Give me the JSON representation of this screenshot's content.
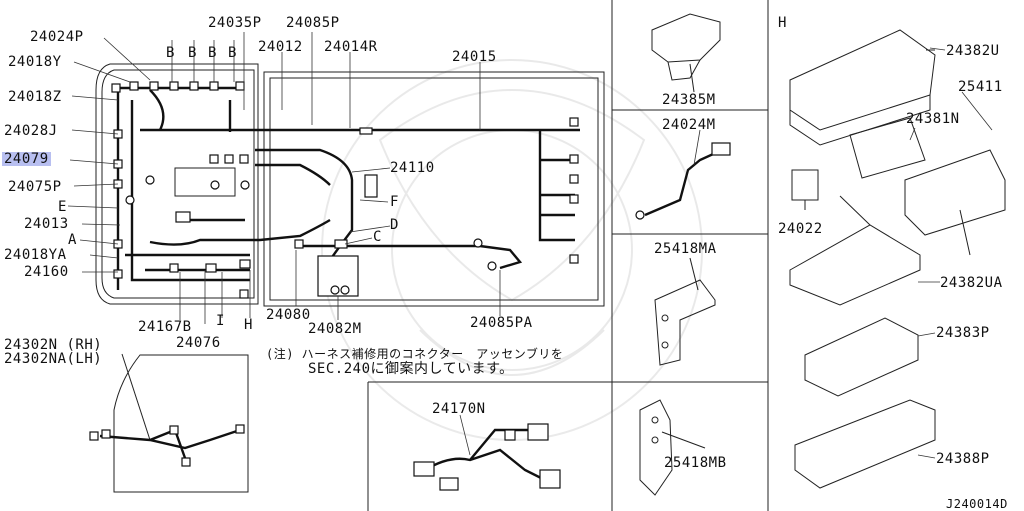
{
  "watermark_icon": "oriental-logo-watermark",
  "labels": {
    "p24024P": "24024P",
    "p24018Y": "24018Y",
    "p24018Z": "24018Z",
    "p24028J": "24028J",
    "p24079": "24079",
    "p24075P": "24075P",
    "E": "E",
    "p24013": "24013",
    "A": "A",
    "p24018YA": "24018YA",
    "p24160": "24160",
    "p24035P": "24035P",
    "p24085P": "24085P",
    "B1": "B",
    "B2": "B",
    "B3": "B",
    "B4": "B",
    "p24012": "24012",
    "p24014R": "24014R",
    "p24015": "24015",
    "p24110": "24110",
    "F": "F",
    "D": "D",
    "C": "C",
    "p24167B": "24167B",
    "I": "I",
    "H": "H",
    "p24076": "24076",
    "p24080": "24080",
    "p24082M": "24082M",
    "p24085PA": "24085PA",
    "p24302N": "24302N (RH)",
    "p24302NA": "24302NA(LH)",
    "note_line1": "(注) ハーネス補修用のコネクター　アッセンブリを",
    "note_line2": "SEC.240に御案内しています。",
    "p24170N": "24170N",
    "p24385M": "24385M",
    "p24024M": "24024M",
    "p25418MA": "25418MA",
    "p25418MB": "25418MB",
    "H_right": "H",
    "p24382U": "24382U",
    "p25411": "25411",
    "p24381N": "24381N",
    "p24022": "24022",
    "p24382UA": "24382UA",
    "p24383P": "24383P",
    "p24388P": "24388P",
    "diagram_code": "J240014D"
  }
}
